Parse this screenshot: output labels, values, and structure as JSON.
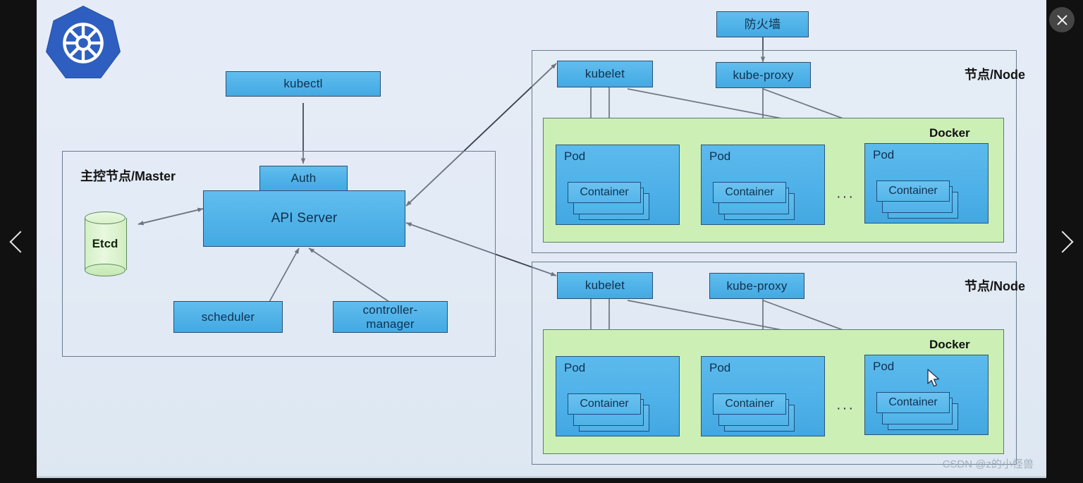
{
  "viewer": {
    "prev_label": "‹",
    "next_label": "›",
    "close_label": "×"
  },
  "watermark": "CSDN @z的小怪兽",
  "colors": {
    "plate_bg": "#e4ebf6",
    "node_blue": "#4fb2e8",
    "node_border": "#2b4f72",
    "docker_green": "#ccefb6",
    "etcd_green": "#dff5cf",
    "panel_border": "#6a7a8c",
    "arrow": "#3a4350"
  },
  "diagram": {
    "title_logo": "kubernetes-logo",
    "client": {
      "kubectl": "kubectl"
    },
    "firewall": {
      "label": "防火墙"
    },
    "master": {
      "panel_label": "主控节点/Master",
      "etcd": "Etcd",
      "auth": "Auth",
      "api_server": "API Server",
      "scheduler": "scheduler",
      "controller_manager": "controller-\nmanager"
    },
    "nodes": [
      {
        "panel_label": "节点/Node",
        "kubelet": "kubelet",
        "kube_proxy": "kube-proxy",
        "docker_label": "Docker",
        "ellipsis": "···",
        "pods": [
          {
            "name": "Pod",
            "container": "Container",
            "container_count": 3
          },
          {
            "name": "Pod",
            "container": "Container",
            "container_count": 3
          },
          {
            "name": "Pod",
            "container": "Container",
            "container_count": 3
          }
        ]
      },
      {
        "panel_label": "节点/Node",
        "kubelet": "kubelet",
        "kube_proxy": "kube-proxy",
        "docker_label": "Docker",
        "ellipsis": "···",
        "pods": [
          {
            "name": "Pod",
            "container": "Container",
            "container_count": 3
          },
          {
            "name": "Pod",
            "container": "Container",
            "container_count": 3
          },
          {
            "name": "Pod",
            "container": "Container",
            "container_count": 3
          }
        ]
      }
    ]
  }
}
